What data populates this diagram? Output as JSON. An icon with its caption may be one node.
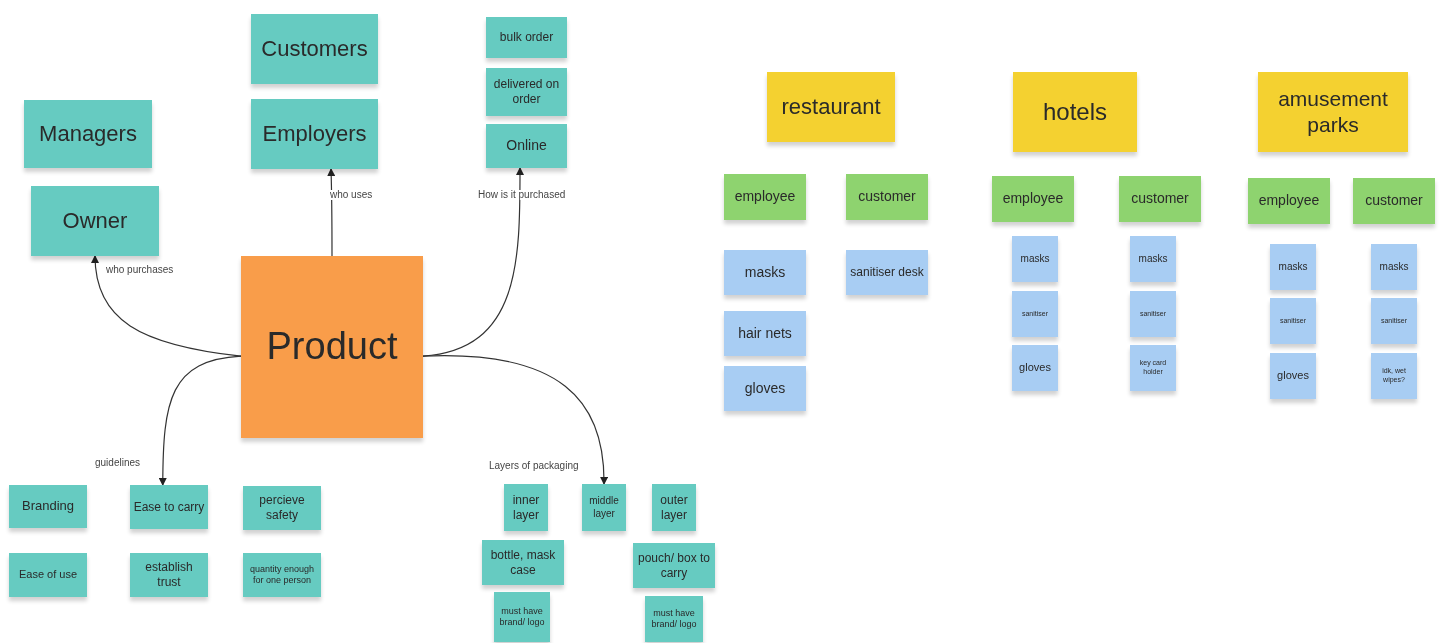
{
  "diagram": {
    "nodes": [
      {
        "text": [
          "Customers"
        ]
      },
      {
        "text": [
          "Managers"
        ]
      },
      {
        "text": [
          "Employers"
        ]
      },
      {
        "text": [
          "bulk order"
        ]
      },
      {
        "text": [
          "delivered on order"
        ]
      },
      {
        "text": [
          "Online"
        ]
      },
      {
        "text": [
          "Owner"
        ]
      },
      {
        "text": [
          "Product"
        ]
      },
      {
        "text": [
          "Branding"
        ]
      },
      {
        "text": [
          "Ease to carry"
        ]
      },
      {
        "text": [
          "percieve safety"
        ]
      },
      {
        "text": [
          "Ease of use"
        ]
      },
      {
        "text": [
          "establish trust"
        ]
      },
      {
        "text": [
          "quantity enough for one person"
        ]
      },
      {
        "text": [
          "inner layer"
        ]
      },
      {
        "text": [
          "middle layer"
        ]
      },
      {
        "text": [
          "outer layer"
        ]
      },
      {
        "text": [
          "bottle, mask case"
        ]
      },
      {
        "text": [
          "pouch/ box to carry"
        ]
      },
      {
        "text": [
          "must have brand/ logo"
        ]
      },
      {
        "text": [
          "must have brand/ logo"
        ]
      },
      {
        "text": [
          "restaurant"
        ]
      },
      {
        "text": [
          "hotels"
        ]
      },
      {
        "text": [
          "amusement parks"
        ]
      },
      {
        "text": [
          "employee"
        ]
      },
      {
        "text": [
          "customer"
        ]
      },
      {
        "text": [
          "employee"
        ]
      },
      {
        "text": [
          "customer"
        ]
      },
      {
        "text": [
          "employee"
        ]
      },
      {
        "text": [
          "customer"
        ]
      },
      {
        "text": [
          "masks"
        ]
      },
      {
        "text": [
          "sanitiser desk"
        ]
      },
      {
        "text": [
          "hair nets"
        ]
      },
      {
        "text": [
          "gloves"
        ]
      },
      {
        "text": [
          "masks"
        ]
      },
      {
        "text": [
          "sanitiser"
        ]
      },
      {
        "text": [
          "gloves"
        ]
      },
      {
        "text": [
          "masks"
        ]
      },
      {
        "text": [
          "sanitiser"
        ]
      },
      {
        "text": [
          "key card holder"
        ]
      },
      {
        "text": [
          "masks"
        ]
      },
      {
        "text": [
          "sanitiser"
        ]
      },
      {
        "text": [
          "gloves"
        ]
      },
      {
        "text": [
          "masks"
        ]
      },
      {
        "text": [
          "sanitiser"
        ]
      },
      {
        "text": [
          "idk, wet wipes?"
        ]
      }
    ],
    "edges": [
      {
        "from": 7,
        "to": 6,
        "arrow": "to",
        "label": "who purchases"
      },
      {
        "from": 7,
        "to": 2,
        "arrow": "to",
        "label": "who uses"
      },
      {
        "from": 7,
        "to": 5,
        "arrow": "to",
        "label": "How is it purchased"
      },
      {
        "from": 7,
        "to": 9,
        "arrow": "to",
        "label": "guidelines"
      },
      {
        "from": 7,
        "to": 15,
        "arrow": "to",
        "label": "Layers of packaging"
      }
    ]
  }
}
